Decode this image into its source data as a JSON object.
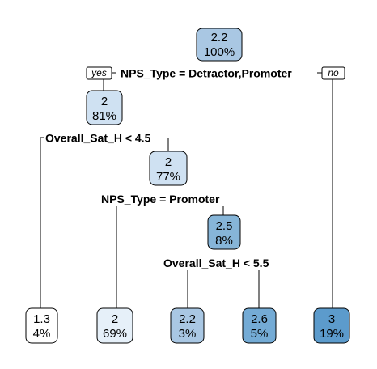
{
  "tree": {
    "branch_labels": {
      "yes": "yes",
      "no": "no"
    },
    "splits": {
      "root": "NPS_Type = Detractor,Promoter",
      "left1": "Overall_Sat_H < 4.5",
      "left2": "NPS_Type = Promoter",
      "left3": "Overall_Sat_H < 5.5"
    },
    "nodes": {
      "root": {
        "value": "2.2",
        "percent": "100%",
        "fill": "#a9c7e3"
      },
      "n2": {
        "value": "2",
        "percent": "81%",
        "fill": "#cfe1f2"
      },
      "n3": {
        "value": "2",
        "percent": "77%",
        "fill": "#cfe1f2"
      },
      "n4": {
        "value": "2.5",
        "percent": "8%",
        "fill": "#86b5d8"
      },
      "leaf1": {
        "value": "1.3",
        "percent": "4%",
        "fill": "#ffffff"
      },
      "leaf2": {
        "value": "2",
        "percent": "69%",
        "fill": "#e6f0f9"
      },
      "leaf3": {
        "value": "2.2",
        "percent": "3%",
        "fill": "#a9c7e3"
      },
      "leaf4": {
        "value": "2.6",
        "percent": "5%",
        "fill": "#74abd5"
      },
      "leaf5": {
        "value": "3",
        "percent": "19%",
        "fill": "#5c9bcc"
      }
    }
  }
}
